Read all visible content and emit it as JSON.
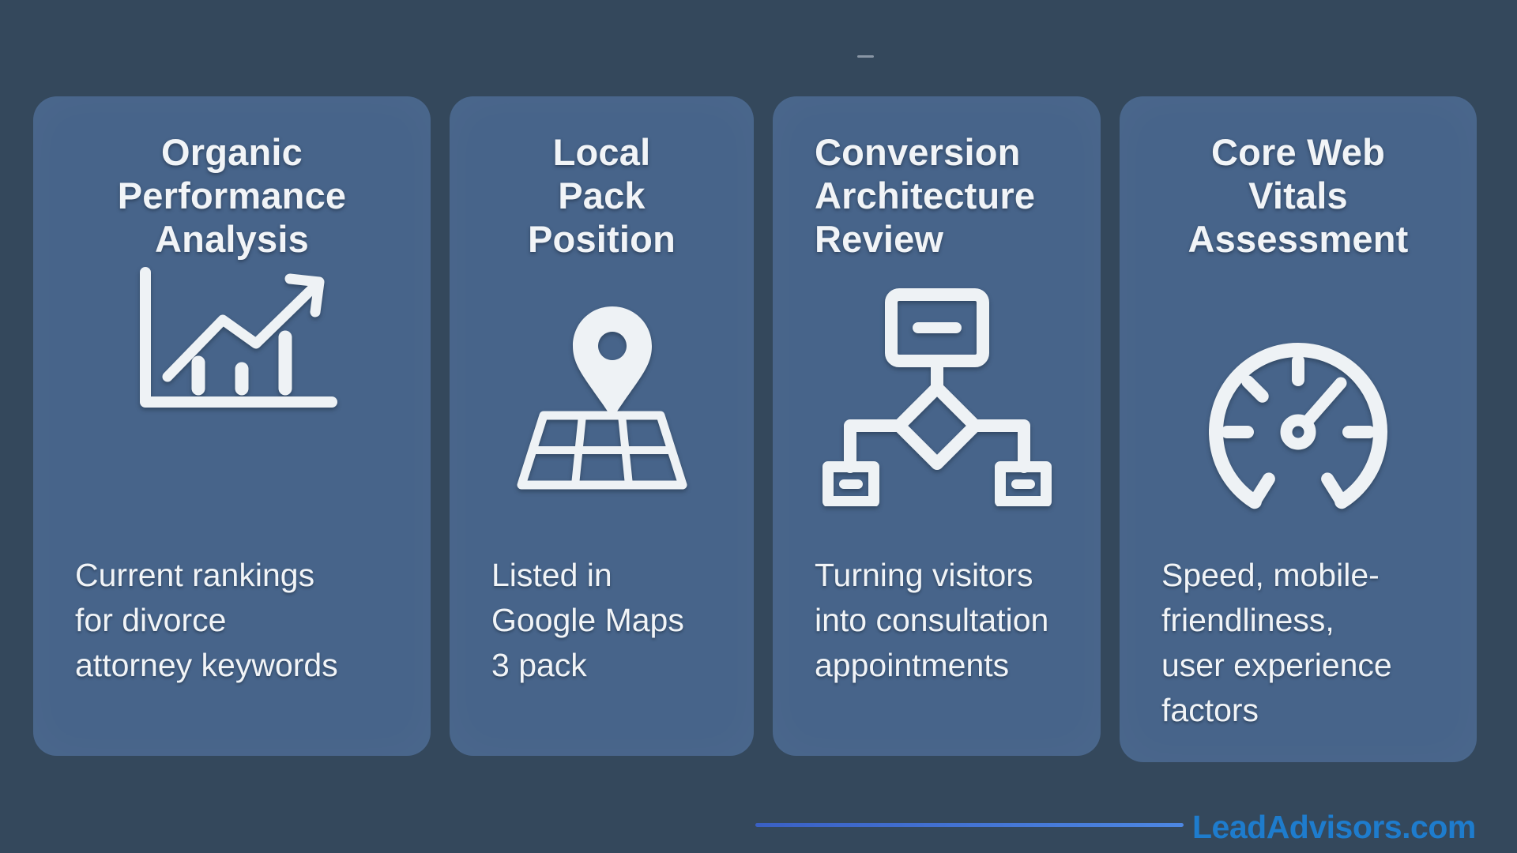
{
  "colors": {
    "background": "#34485c",
    "card": "#47648a",
    "text": "#f1f4f7",
    "icon": "#eef2f5",
    "brand_blue": "#1e7ccd",
    "line_start": "#3a60c4",
    "line_end": "#4d87e2",
    "dash": "#c3ccd6"
  },
  "cards": [
    {
      "title": "Organic\nPerformance\nAnalysis",
      "icon": "trending-bar-chart-icon",
      "body": "Current rankings\nfor divorce\nattorney keywords"
    },
    {
      "title": "Local\nPack\nPosition",
      "icon": "map-pin-icon",
      "body": "Listed in\nGoogle Maps\n3 pack"
    },
    {
      "title": "Conversion\nArchitecture\nReview",
      "icon": "flowchart-icon",
      "body": "Turning visitors\ninto consultation\nappointments"
    },
    {
      "title": "Core Web\nVitals\nAssessment",
      "icon": "speedometer-icon",
      "body": "Speed, mobile-\nfriendliness,\nuser experience\nfactors"
    }
  ],
  "footer": {
    "brand": "LeadAdvisors.com"
  }
}
